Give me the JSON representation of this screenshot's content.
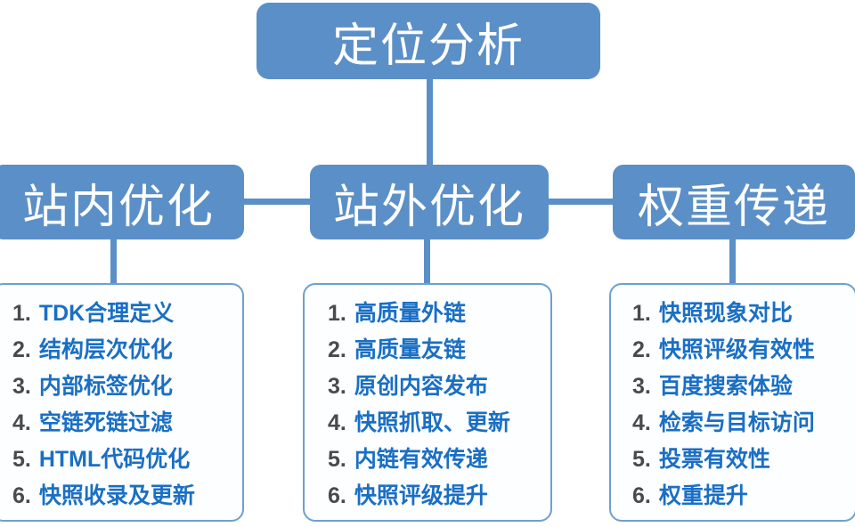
{
  "diagram": {
    "title": "定位分析",
    "branches": [
      {
        "id": "left",
        "label": "站内优化",
        "items": [
          {
            "num": "1.",
            "text": "TDK合理定义"
          },
          {
            "num": "2.",
            "text": "结构层次优化"
          },
          {
            "num": "3.",
            "text": "内部标签优化"
          },
          {
            "num": "4.",
            "text": "空链死链过滤"
          },
          {
            "num": "5.",
            "text": "HTML代码优化"
          },
          {
            "num": "6.",
            "text": "快照收录及更新"
          }
        ]
      },
      {
        "id": "mid",
        "label": "站外优化",
        "items": [
          {
            "num": "1.",
            "text": "高质量外链"
          },
          {
            "num": "2.",
            "text": "高质量友链"
          },
          {
            "num": "3.",
            "text": "原创内容发布"
          },
          {
            "num": "4.",
            "text": "快照抓取、更新"
          },
          {
            "num": "5.",
            "text": "内链有效传递"
          },
          {
            "num": "6.",
            "text": "快照评级提升"
          }
        ]
      },
      {
        "id": "right",
        "label": "权重传递",
        "items": [
          {
            "num": "1.",
            "text": "快照现象对比"
          },
          {
            "num": "2.",
            "text": "快照评级有效性"
          },
          {
            "num": "3.",
            "text": "百度搜索体验"
          },
          {
            "num": "4.",
            "text": "检索与目标访问"
          },
          {
            "num": "5.",
            "text": "投票有效性"
          },
          {
            "num": "6.",
            "text": "权重提升"
          }
        ]
      }
    ]
  },
  "colors": {
    "node_fill": "#5b8fc7",
    "node_text": "#ffffff",
    "box_border": "#6f9fd0",
    "item_number": "#4a4a4a",
    "item_text": "#1a6fc4",
    "connector": "#5b8fc7",
    "background": "#ffffff"
  }
}
